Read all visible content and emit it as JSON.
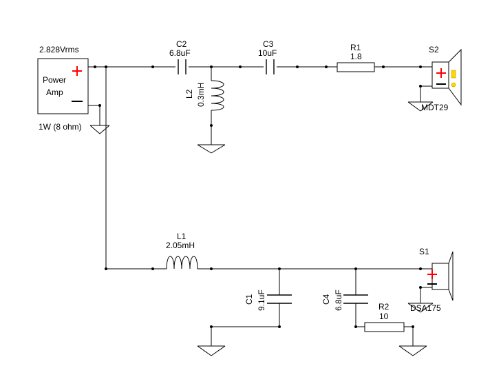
{
  "source": {
    "voltage": "2.828Vrms",
    "label_line1": "Power",
    "label_line2": "Amp",
    "power": "1W (8 ohm)"
  },
  "parts": {
    "C2": {
      "ref": "C2",
      "value": "6.8uF"
    },
    "C3": {
      "ref": "C3",
      "value": "10uF"
    },
    "R1": {
      "ref": "R1",
      "value": "1.8"
    },
    "L2": {
      "ref": "L2",
      "value": "0.3mH"
    },
    "L1": {
      "ref": "L1",
      "value": "2.05mH"
    },
    "C1": {
      "ref": "C1",
      "value": "9.1uF"
    },
    "C4": {
      "ref": "C4",
      "value": "6.8uF"
    },
    "R2": {
      "ref": "R2",
      "value": "10"
    }
  },
  "speakers": {
    "S2": {
      "ref": "S2",
      "model": "MDT29",
      "polarity_warning": "!"
    },
    "S1": {
      "ref": "S1",
      "model": "DSA175"
    }
  },
  "colors": {
    "wire": "#000000",
    "terminal": "#ff0000",
    "warning": "#ffd700"
  }
}
